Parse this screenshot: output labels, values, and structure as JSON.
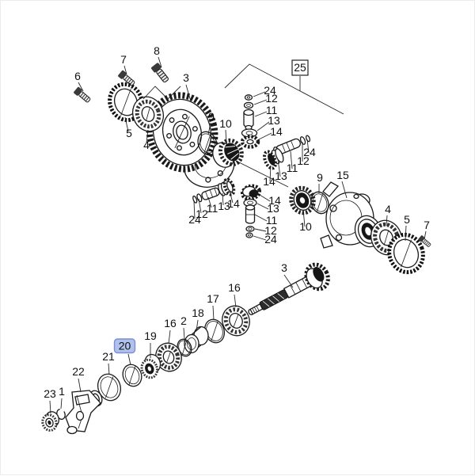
{
  "diagram": {
    "type": "exploded-parts-diagram",
    "subject": "differential-assembly",
    "selected_callout": "20",
    "boxed_callout": "25",
    "colors": {
      "line": "#1a1a1a",
      "background": "#ffffff",
      "highlight_fill": "#b0c1ec",
      "highlight_border": "#7b8cd9"
    },
    "callouts": [
      {
        "label": "6"
      },
      {
        "label": "7"
      },
      {
        "label": "8"
      },
      {
        "label": "3"
      },
      {
        "label": "5"
      },
      {
        "label": "4"
      },
      {
        "label": "9"
      },
      {
        "label": "10"
      },
      {
        "label": "24"
      },
      {
        "label": "12"
      },
      {
        "label": "11"
      },
      {
        "label": "13"
      },
      {
        "label": "14"
      },
      {
        "label": "25"
      },
      {
        "label": "24"
      },
      {
        "label": "12"
      },
      {
        "label": "11"
      },
      {
        "label": "13"
      },
      {
        "label": "14"
      },
      {
        "label": "9"
      },
      {
        "label": "15"
      },
      {
        "label": "10"
      },
      {
        "label": "4"
      },
      {
        "label": "5"
      },
      {
        "label": "7"
      },
      {
        "label": "24"
      },
      {
        "label": "12"
      },
      {
        "label": "11"
      },
      {
        "label": "13"
      },
      {
        "label": "14"
      },
      {
        "label": "14"
      },
      {
        "label": "13"
      },
      {
        "label": "11"
      },
      {
        "label": "12"
      },
      {
        "label": "24"
      },
      {
        "label": "3"
      },
      {
        "label": "16"
      },
      {
        "label": "17"
      },
      {
        "label": "18"
      },
      {
        "label": "2"
      },
      {
        "label": "16"
      },
      {
        "label": "19"
      },
      {
        "label": "20"
      },
      {
        "label": "21"
      },
      {
        "label": "22"
      },
      {
        "label": "1"
      },
      {
        "label": "23"
      }
    ]
  }
}
